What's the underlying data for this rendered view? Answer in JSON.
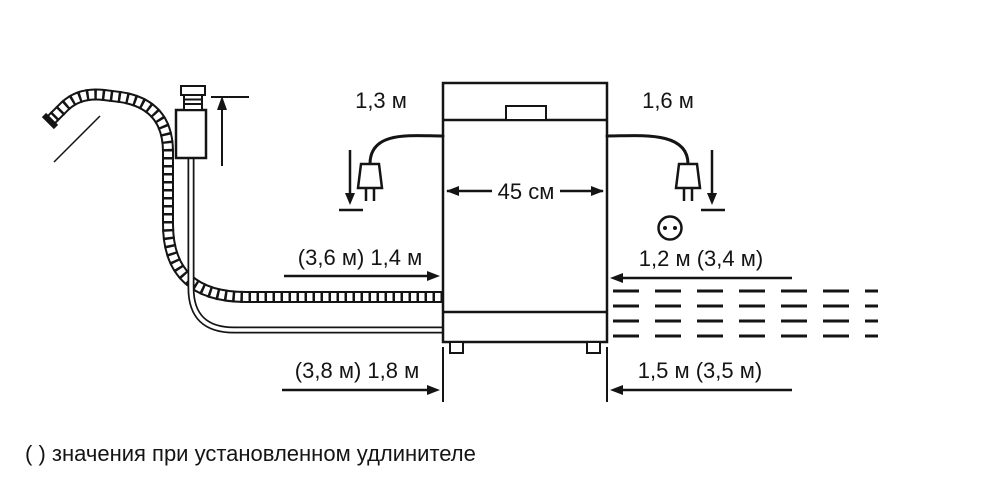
{
  "diagram": {
    "labels": {
      "cord_left": "1,3 м",
      "cord_right": "1,6 м",
      "machine_width": "45 см",
      "drain_hose_left": "(3,6 м) 1,4 м",
      "supply_hose_left": "(3,8 м) 1,8 м",
      "right_top": "1,2 м (3,4 м)",
      "right_bottom": "1,5 м (3,5 м)"
    },
    "footnote": "( ) значения при установленном удлинителе",
    "icons": {
      "plug": "power-plug-icon",
      "socket": "wall-socket-icon",
      "tap": "water-tap-icon",
      "hose": "corrugated-drain-hose"
    },
    "colors": {
      "line": "#141414",
      "background": "#ffffff"
    }
  }
}
